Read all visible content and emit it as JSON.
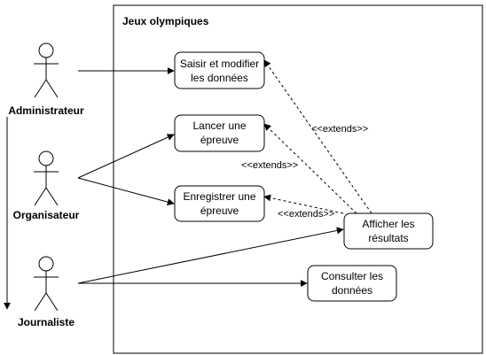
{
  "system": {
    "title": "Jeux olympiques"
  },
  "actors": [
    {
      "id": "admin",
      "label": "Administrateur"
    },
    {
      "id": "org",
      "label": "Organisateur"
    },
    {
      "id": "journ",
      "label": "Journaliste"
    }
  ],
  "use_cases": [
    {
      "id": "uc1",
      "lines": [
        "Saisir et modifier",
        "les données"
      ]
    },
    {
      "id": "uc2",
      "lines": [
        "Lancer une",
        "épreuve"
      ]
    },
    {
      "id": "uc3",
      "lines": [
        "Enregistrer une",
        "épreuve"
      ]
    },
    {
      "id": "uc4",
      "lines": [
        "Afficher les",
        "résultats"
      ]
    },
    {
      "id": "uc5",
      "lines": [
        "Consulter les",
        "données"
      ]
    }
  ],
  "relations": {
    "extends_label": "<<extends>>"
  }
}
